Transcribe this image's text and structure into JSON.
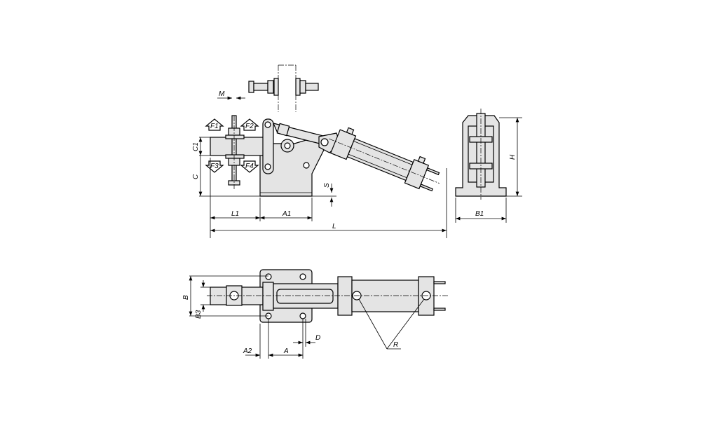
{
  "drawing": {
    "side_view": {
      "labels": {
        "M": "M",
        "F1": "F1",
        "F2": "F2",
        "F3": "F3",
        "F4": "F4",
        "C1": "C1",
        "C": "C",
        "S": "S",
        "L1": "L1",
        "A1": "A1",
        "L": "L"
      }
    },
    "end_view": {
      "labels": {
        "H": "H",
        "B1": "B1"
      }
    },
    "top_view": {
      "labels": {
        "B": "B",
        "B3": "B3",
        "A2": "A2",
        "A": "A",
        "D": "D",
        "R": "R"
      }
    }
  }
}
